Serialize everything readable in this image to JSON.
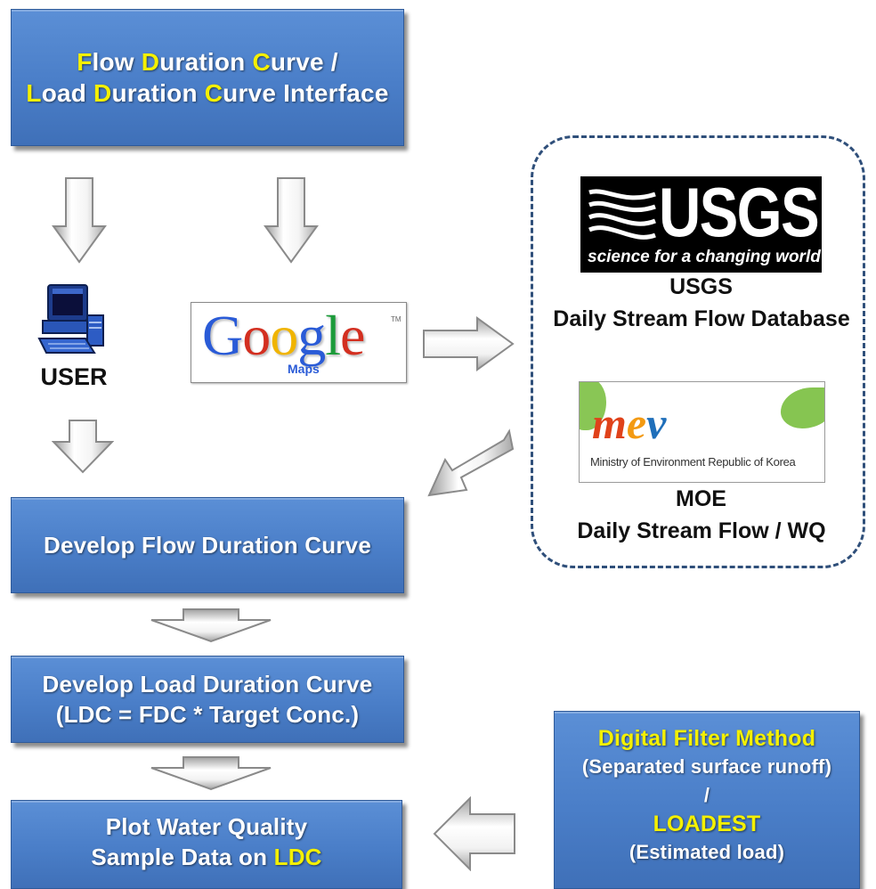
{
  "header": {
    "line1": [
      {
        "t": "F",
        "hl": true
      },
      {
        "t": "low ",
        "hl": false
      },
      {
        "t": "D",
        "hl": true
      },
      {
        "t": "uration ",
        "hl": false
      },
      {
        "t": "C",
        "hl": true
      },
      {
        "t": "urve /",
        "hl": false
      }
    ],
    "line2": [
      {
        "t": "L",
        "hl": true
      },
      {
        "t": "oad ",
        "hl": false
      },
      {
        "t": "D",
        "hl": true
      },
      {
        "t": "uration ",
        "hl": false
      },
      {
        "t": "C",
        "hl": true
      },
      {
        "t": "urve Interface",
        "hl": false
      }
    ]
  },
  "user_label": "USER",
  "google": {
    "logo_text": "Google",
    "sub": "Maps",
    "tm": "TM"
  },
  "usgs": {
    "logo_text": "USGS",
    "tagline": "science for a changing world",
    "title": "USGS",
    "subtitle": "Daily Stream Flow Database"
  },
  "moe": {
    "logo_text": "mev",
    "logo_caption": "Ministry of Environment Republic of Korea",
    "title": "MOE",
    "subtitle": "Daily Stream Flow / WQ"
  },
  "steps": {
    "fdc": "Develop Flow Duration Curve",
    "ldc_line1": "Develop Load Duration Curve",
    "ldc_line2": "(LDC = FDC * Target Conc.)",
    "plot_line1": "Plot Water Quality",
    "plot_line2_a": "Sample Data on ",
    "plot_line2_b": "LDC"
  },
  "filter": {
    "line1": "Digital Filter Method",
    "line2": "(Separated surface runoff)",
    "line3": "/",
    "line4": "LOADEST",
    "line5": "(Estimated load)"
  },
  "colors": {
    "box_blue": "#4a7ec8",
    "highlight_yellow": "#f4f000",
    "dashed_border": "#2f4f7a"
  }
}
